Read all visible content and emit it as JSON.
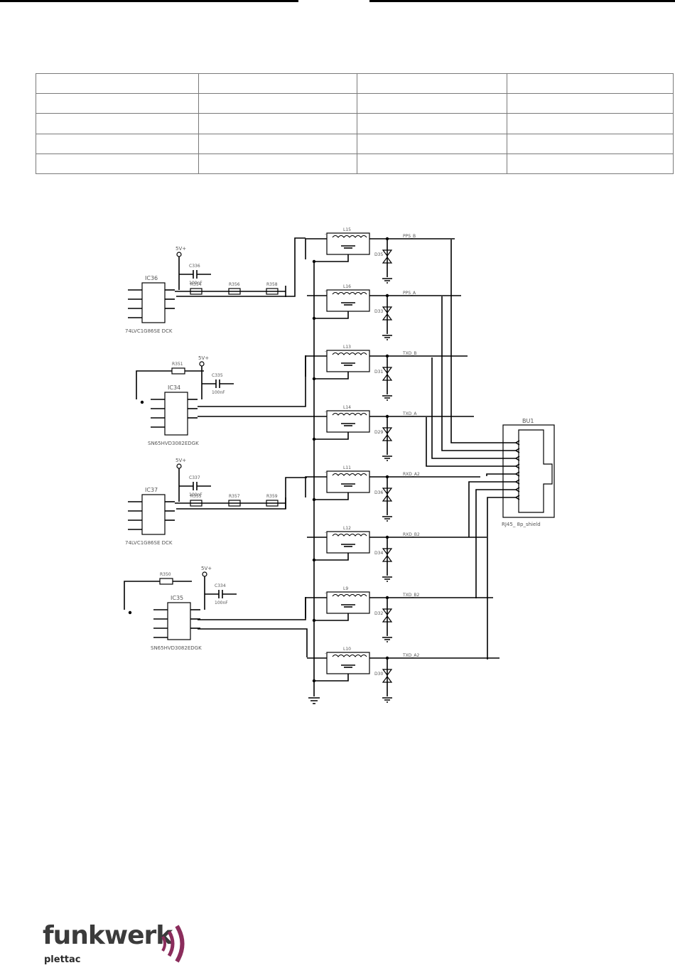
{
  "header_table": {
    "rows": [
      [
        "",
        "",
        "",
        ""
      ],
      [
        "",
        "",
        "",
        ""
      ],
      [
        "",
        "",
        "",
        ""
      ],
      [
        "",
        "",
        "",
        ""
      ],
      [
        "",
        "",
        "",
        ""
      ]
    ]
  },
  "schematic": {
    "connector_ref": "BU1",
    "connector_part": "RJ45_ 8p_shield",
    "supply_label": "5V+",
    "ics": [
      {
        "ref": "IC36",
        "part": "74LVC1G86SE DCK"
      },
      {
        "ref": "IC34",
        "part": "SN65HVD3082EDGK"
      },
      {
        "ref": "IC37",
        "part": "74LVC1G86SE DCK"
      },
      {
        "ref": "IC35",
        "part": "SN65HVD3082EDGK"
      }
    ],
    "capacitors": [
      {
        "ref": "C336",
        "value": "100nF"
      },
      {
        "ref": "C335",
        "value": "100nF"
      },
      {
        "ref": "C337",
        "value": "100nF"
      },
      {
        "ref": "C334",
        "value": "100nF"
      }
    ],
    "resistors": [
      "R354",
      "R356",
      "R358",
      "R351",
      "R355",
      "R357",
      "R359",
      "R350"
    ],
    "transformers": [
      "L15",
      "L16",
      "L13",
      "L14",
      "L11",
      "L12",
      "L9",
      "L10"
    ],
    "diodes": [
      "D35",
      "D33",
      "D31",
      "D29",
      "D36",
      "D34",
      "D32",
      "D30"
    ],
    "net_labels": [
      "PPS_B",
      "PPS_A",
      "TXD_B",
      "TXD_A",
      "RXD_A2",
      "RXD_B2",
      "TXD_B2",
      "TXD_A2"
    ]
  },
  "footer": {
    "logo_word": "funkwerk",
    "logo_sub": "plettac",
    "brand_color": "#8b2d5c",
    "logo_text_color": "#3b3b3b"
  }
}
